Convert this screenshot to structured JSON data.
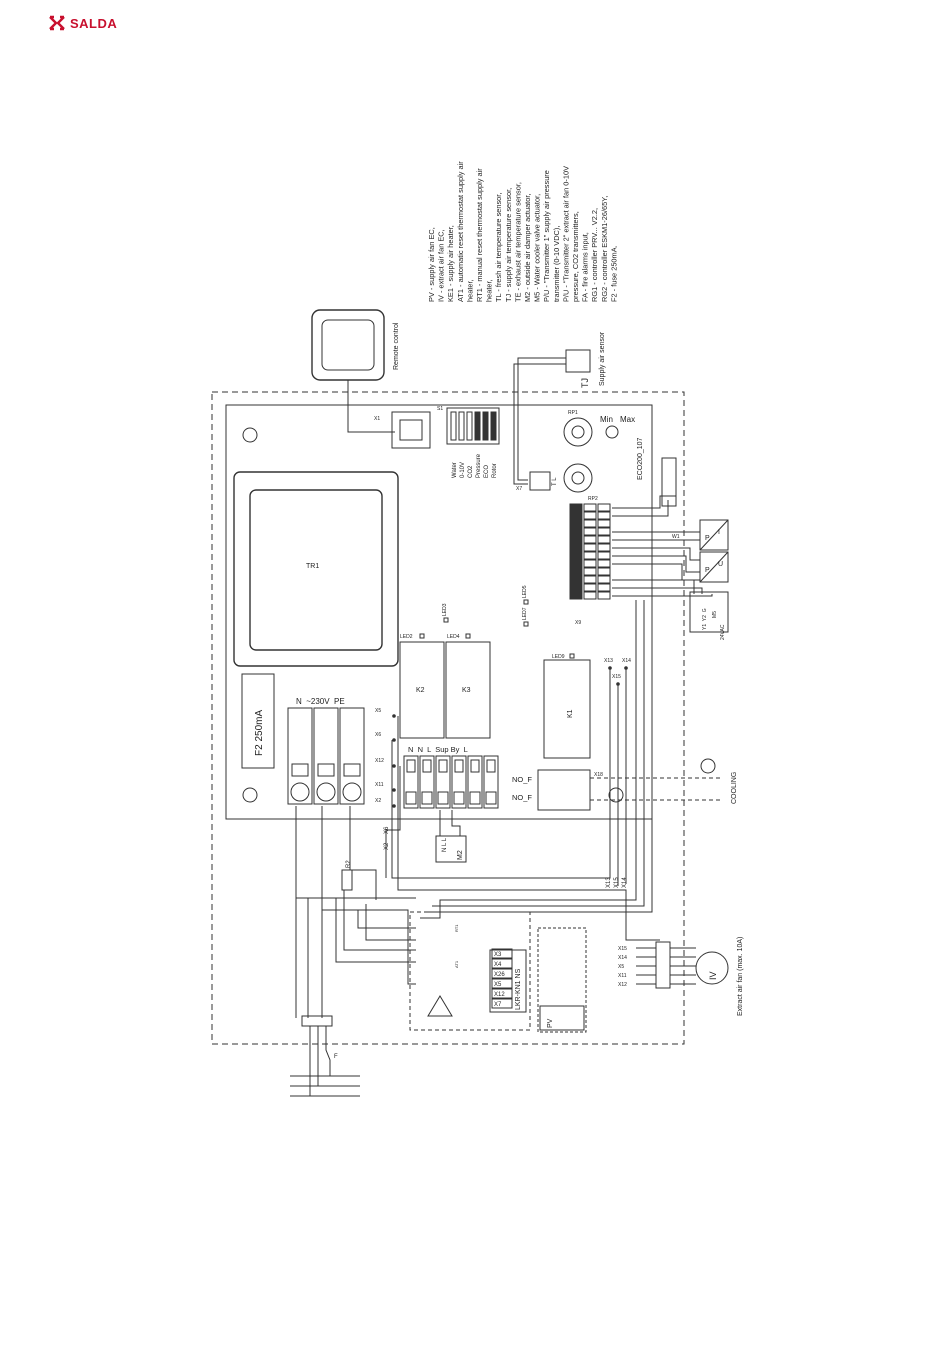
{
  "brand": {
    "name": "SALDA",
    "color": "#c8102e",
    "logo_icon": "salda-logo-icon"
  },
  "legend": [
    "PV - supply air fan EC,",
    "IV - extract air fan EC,",
    "KE1 - supply air heater,",
    "AT1 - automatic reset thermostat supply air",
    "heater,",
    "RT1 - manual reset thermostat supply air",
    "heater,",
    "TL - fresh air temperature sensor,",
    "TJ - supply air temperature sensor,",
    "TE - exhaust air temperature sensor,",
    "M2 - outside air damper actuator,",
    "M5 - Water cooler valve actuator,",
    "P/U - \"Transmitter 1\" supply air pressure",
    "transmitter (0-10 VDC),",
    "P/U - \"Transmitter 2\" extract air fan 0-10V",
    "pressure, CO2 transmitters,",
    "FA - fire alarms input,",
    "RG1 - controller PRV... V2.2,",
    "RG2 - controller ESKM1-26/65Y,",
    "F2 - fuse 250mA."
  ],
  "labels": {
    "remote_control": "Remote control",
    "supply_air_sensor": "Supply air sensor",
    "tj": "TJ",
    "x1": "X1",
    "s1": "S1",
    "dip_options": [
      "Water",
      "0-10V",
      "CO2",
      "Pressure",
      "ECO",
      "Rotor"
    ],
    "rp1": "RP1",
    "rp2": "RP2",
    "min": "Min",
    "max": "Max",
    "board_id": "ECO200_107",
    "x7": "X7",
    "x7_pins": "T L",
    "tr1": "TR1",
    "x9": "X9",
    "led5": "LED5",
    "led7": "LED7",
    "led3": "LED3",
    "led2": "LED2",
    "led4": "LED4",
    "led9": "LED9",
    "k2": "K2",
    "k3": "K3",
    "k1": "K1",
    "x13": "X13",
    "x14": "X14",
    "x15": "X15",
    "fuse": "F2 250mA",
    "power_terminals": "N  ~230V  PE",
    "x5": "X5",
    "x6": "X6",
    "x12": "X12",
    "x11": "X11",
    "x2": "X2",
    "terminal_row": "N  N  L  Sup By  L",
    "no_f1": "NO_F",
    "no_f2": "NO_F",
    "x18": "X18",
    "cooling": "COOLING",
    "m2": "M2",
    "m2_pins": "N L L",
    "w1": "W1",
    "p": "P",
    "u": "U",
    "i": "I",
    "m5": "M5",
    "valve_pins": "Y1  Y2  G",
    "valve_power": "24VAC",
    "r2": "R2",
    "f": "F",
    "x6_b": "X6",
    "x2_b": "X2",
    "x13_b": "X13",
    "x15_b": "X15",
    "x14_b": "X14",
    "lkr": "LKR-KN1 NS",
    "lkr_terms": [
      "X3",
      "X4",
      "X26",
      "X5",
      "X12",
      "X7"
    ],
    "iv_terms": [
      "X15",
      "X14",
      "X5",
      "X11",
      "X12"
    ],
    "iv": "IV",
    "extract_fan": "Extract air fan (max. 10A)",
    "pv": "PV",
    "rt1": "RT1",
    "at1": "AT1"
  }
}
